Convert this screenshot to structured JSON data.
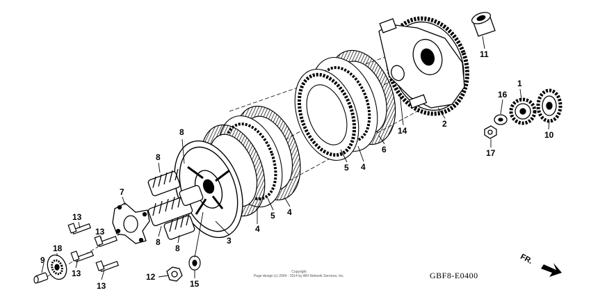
{
  "diagram": {
    "code": "GBF8-E0400",
    "direction_label": "FR.",
    "copyright_line1": "Copyright",
    "copyright_line2": "Page design (c) 2004 - 2014 by ARI Network Services, Inc.",
    "callouts": [
      {
        "id": "c1",
        "text": "1"
      },
      {
        "id": "c2",
        "text": "2"
      },
      {
        "id": "c3",
        "text": "3"
      },
      {
        "id": "c4a",
        "text": "4"
      },
      {
        "id": "c4b",
        "text": "4"
      },
      {
        "id": "c4c",
        "text": "4"
      },
      {
        "id": "c5a",
        "text": "5"
      },
      {
        "id": "c5b",
        "text": "5"
      },
      {
        "id": "c6",
        "text": "6"
      },
      {
        "id": "c7",
        "text": "7"
      },
      {
        "id": "c8a",
        "text": "8"
      },
      {
        "id": "c8b",
        "text": "8"
      },
      {
        "id": "c8c",
        "text": "8"
      },
      {
        "id": "c8d",
        "text": "8"
      },
      {
        "id": "c9",
        "text": "9"
      },
      {
        "id": "c10",
        "text": "10"
      },
      {
        "id": "c11",
        "text": "11"
      },
      {
        "id": "c12",
        "text": "12"
      },
      {
        "id": "c13a",
        "text": "13"
      },
      {
        "id": "c13b",
        "text": "13"
      },
      {
        "id": "c13c",
        "text": "13"
      },
      {
        "id": "c13d",
        "text": "13"
      },
      {
        "id": "c14",
        "text": "14"
      },
      {
        "id": "c15",
        "text": "15"
      },
      {
        "id": "c16",
        "text": "16"
      },
      {
        "id": "c17",
        "text": "17"
      },
      {
        "id": "c18",
        "text": "18"
      }
    ]
  }
}
